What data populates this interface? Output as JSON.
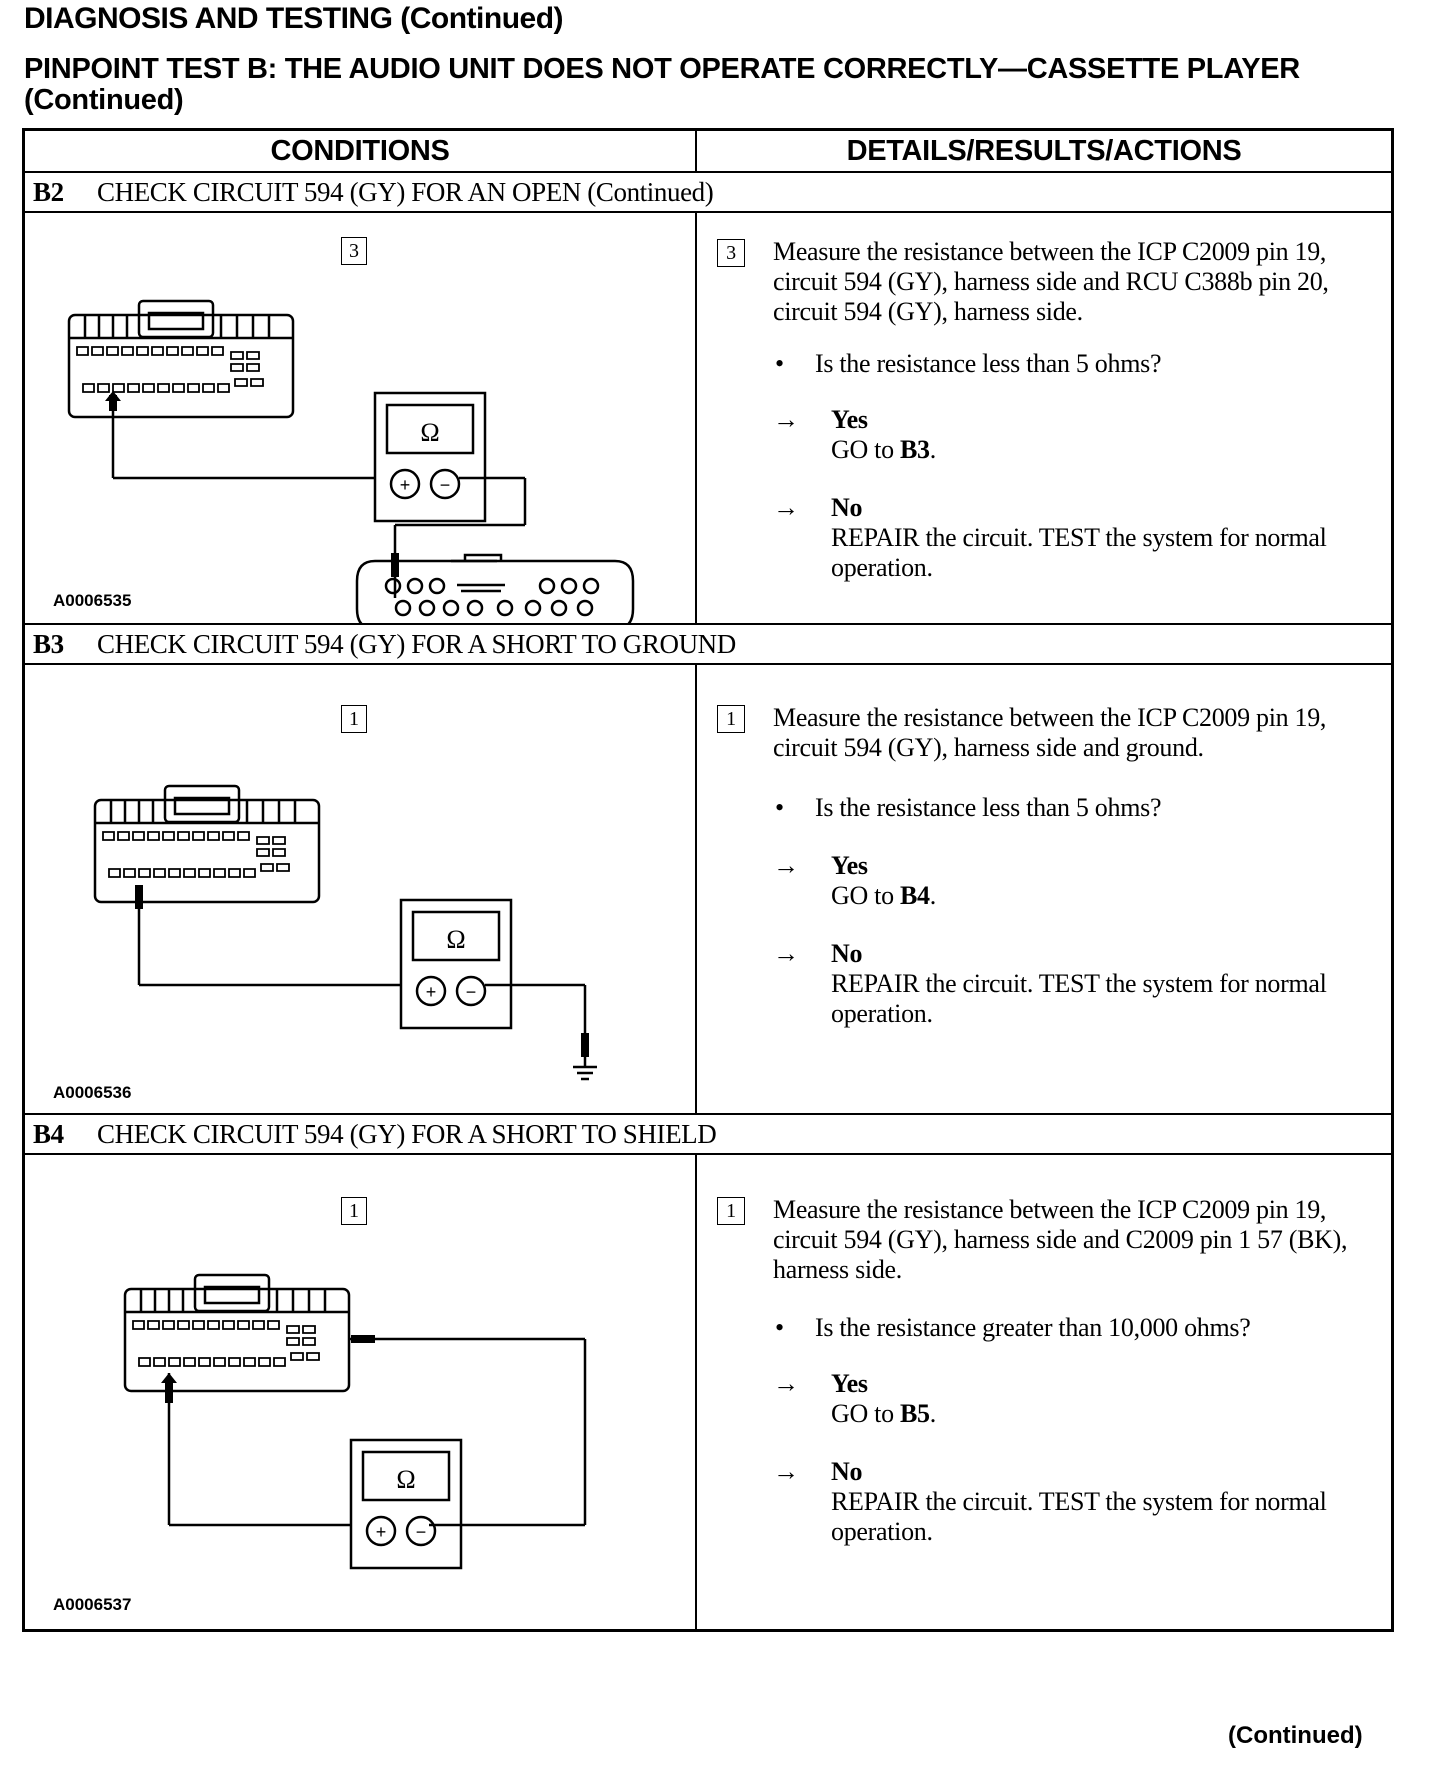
{
  "page": {
    "heading": "DIAGNOSIS AND TESTING (Continued)",
    "subheading": "PINPOINT TEST B: THE AUDIO UNIT DOES NOT OPERATE CORRECTLY—CASSETTE PLAYER (Continued)",
    "footer": "(Continued)"
  },
  "table": {
    "col_conditions": "CONDITIONS",
    "col_details": "DETAILS/RESULTS/ACTIONS"
  },
  "sections": [
    {
      "id": "B2",
      "title": "CHECK CIRCUIT 594 (GY) FOR AN OPEN (Continued)",
      "figure_id": "A0006535",
      "step": "3",
      "instruction": "Measure the resistance between the ICP C2009 pin 19, circuit 594 (GY), harness side and RCU C388b pin 20, circuit 594 (GY), harness side.",
      "question": "Is the resistance less than 5 ohms?",
      "yes_label": "Yes",
      "yes_action_prefix": "GO to ",
      "yes_target": "B3",
      "yes_action_suffix": ".",
      "no_label": "No",
      "no_action": "REPAIR the circuit. TEST the system for normal operation."
    },
    {
      "id": "B3",
      "title": "CHECK CIRCUIT 594 (GY) FOR A SHORT TO GROUND",
      "figure_id": "A0006536",
      "step": "1",
      "instruction": "Measure the resistance between the ICP C2009 pin 19, circuit 594 (GY), harness side and ground.",
      "question": "Is the resistance less than 5 ohms?",
      "yes_label": "Yes",
      "yes_action_prefix": "GO to ",
      "yes_target": "B4",
      "yes_action_suffix": ".",
      "no_label": "No",
      "no_action": "REPAIR the circuit. TEST the system for normal operation."
    },
    {
      "id": "B4",
      "title": "CHECK CIRCUIT 594 (GY) FOR A SHORT TO SHIELD",
      "figure_id": "A0006537",
      "step": "1",
      "instruction": "Measure the resistance between the ICP C2009 pin 19, circuit 594 (GY), harness side and C2009 pin 1 57 (BK), harness side.",
      "question": "Is the resistance greater than 10,000 ohms?",
      "yes_label": "Yes",
      "yes_action_prefix": "GO to ",
      "yes_target": "B5",
      "yes_action_suffix": ".",
      "no_label": "No",
      "no_action": "REPAIR the circuit. TEST the system for normal operation."
    }
  ],
  "symbols": {
    "ohm": "Ω",
    "plus": "+",
    "minus": "−",
    "bullet": "•",
    "arrow": "→"
  }
}
